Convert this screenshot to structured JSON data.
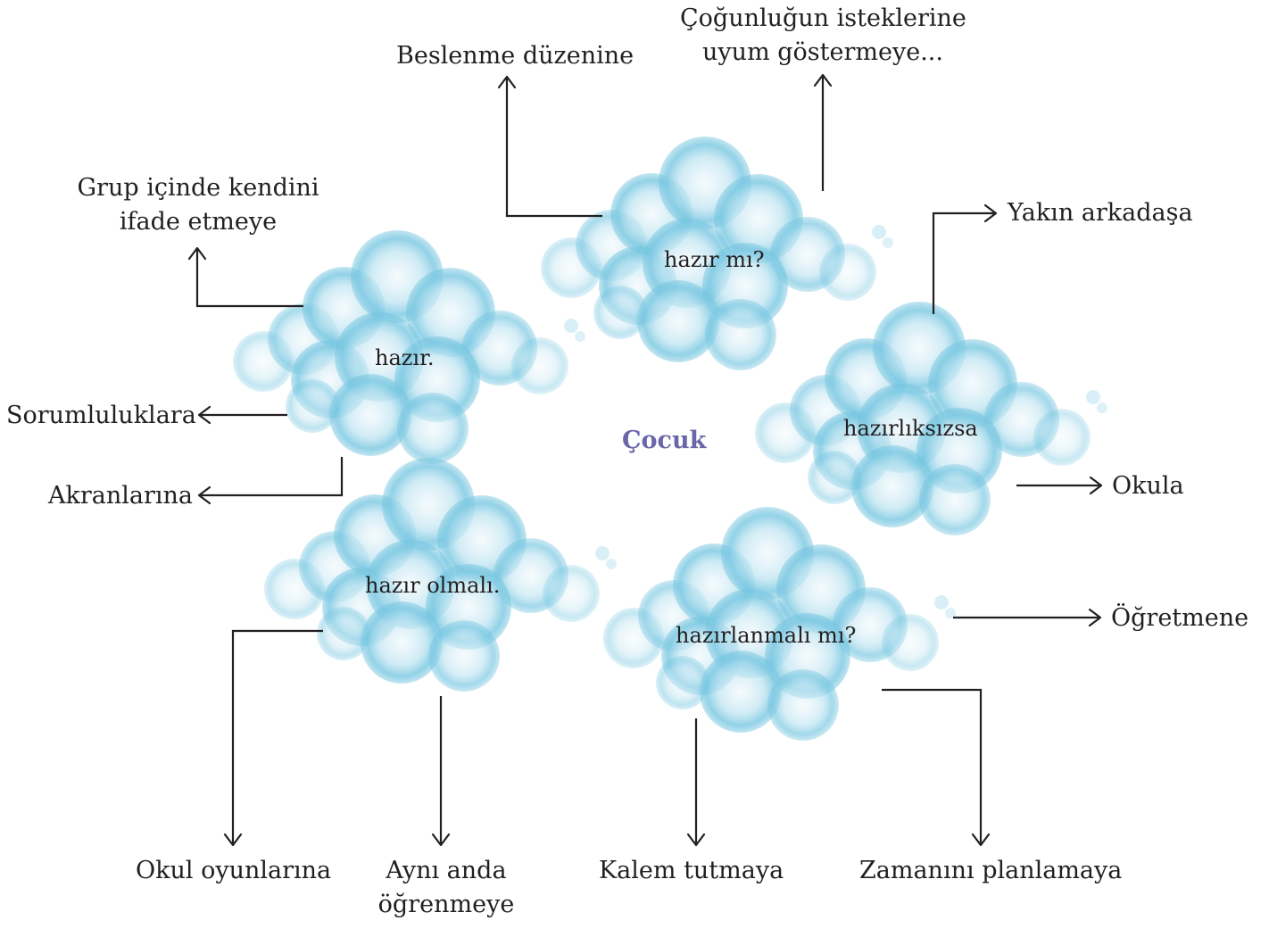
{
  "center": "Çocuk",
  "colors": {
    "center_text": "#6b66a8",
    "cloud_dark": "#6cc1dd",
    "cloud_light": "#bfe4f1",
    "text": "#231f20"
  },
  "clouds": {
    "top": "hazır mı?",
    "left": "hazır.",
    "right": "hazırlıksızsa",
    "bottom_left": "hazır olmalı.",
    "bottom_right": "hazırlanmalı mı?"
  },
  "branches": {
    "beslenme": "Beslenme düzenine",
    "cogunluk_line1": "Çoğunluğun isteklerine",
    "cogunluk_line2": "uyum göstermeye...",
    "grup_line1": "Grup içinde kendini",
    "grup_line2": "ifade etmeye",
    "yakin": "Yakın arkadaşa",
    "sorumluluk": "Sorumluluklara",
    "akran": "Akranlarına",
    "okula": "Okula",
    "ogretmen": "Öğretmene",
    "okul_oyun": "Okul oyunlarına",
    "ayni_line1": "Aynı anda",
    "ayni_line2": "öğrenmeye",
    "kalem": "Kalem tutmaya",
    "zaman": "Zamanını planlamaya"
  }
}
